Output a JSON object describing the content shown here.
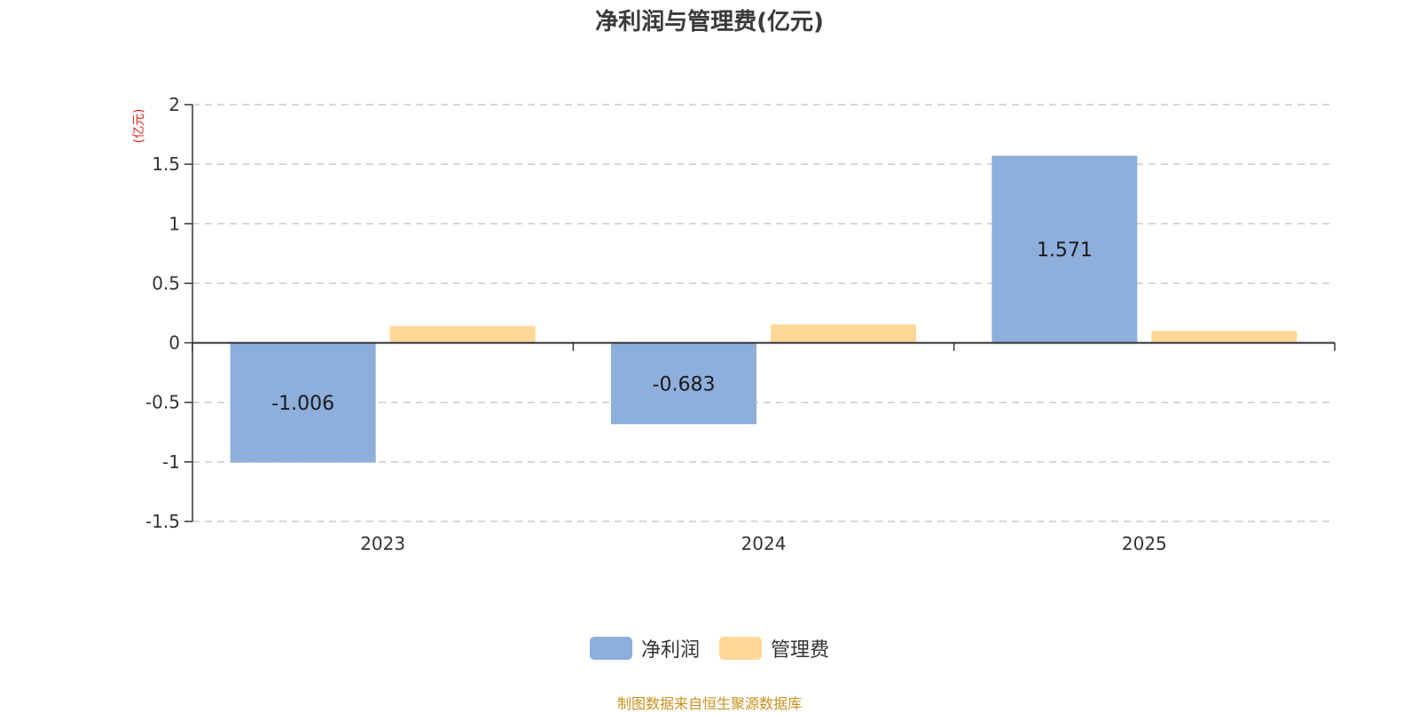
{
  "chart_data": {
    "type": "bar",
    "title": "净利润与管理费(亿元)",
    "unit_label": "(亿元)",
    "categories": [
      "2023",
      "2024",
      "2025"
    ],
    "series": [
      {
        "name": "净利润",
        "values": [
          -1.006,
          -0.683,
          1.571
        ],
        "color": "#8eaedb",
        "show_labels": true
      },
      {
        "name": "管理费",
        "values": [
          0.14,
          0.155,
          0.1
        ],
        "color": "#ffd797",
        "show_labels": false
      }
    ],
    "ylim": [
      -1.5,
      2
    ],
    "yticks": [
      2,
      1.5,
      1,
      0.5,
      0,
      -0.5,
      -1,
      -1.5
    ],
    "grid": true,
    "legend_position": "bottom-center"
  },
  "source_text": "制图数据来自恒生聚源数据库",
  "colors": {
    "source": "#c8901c",
    "unit": "#e8231b"
  }
}
